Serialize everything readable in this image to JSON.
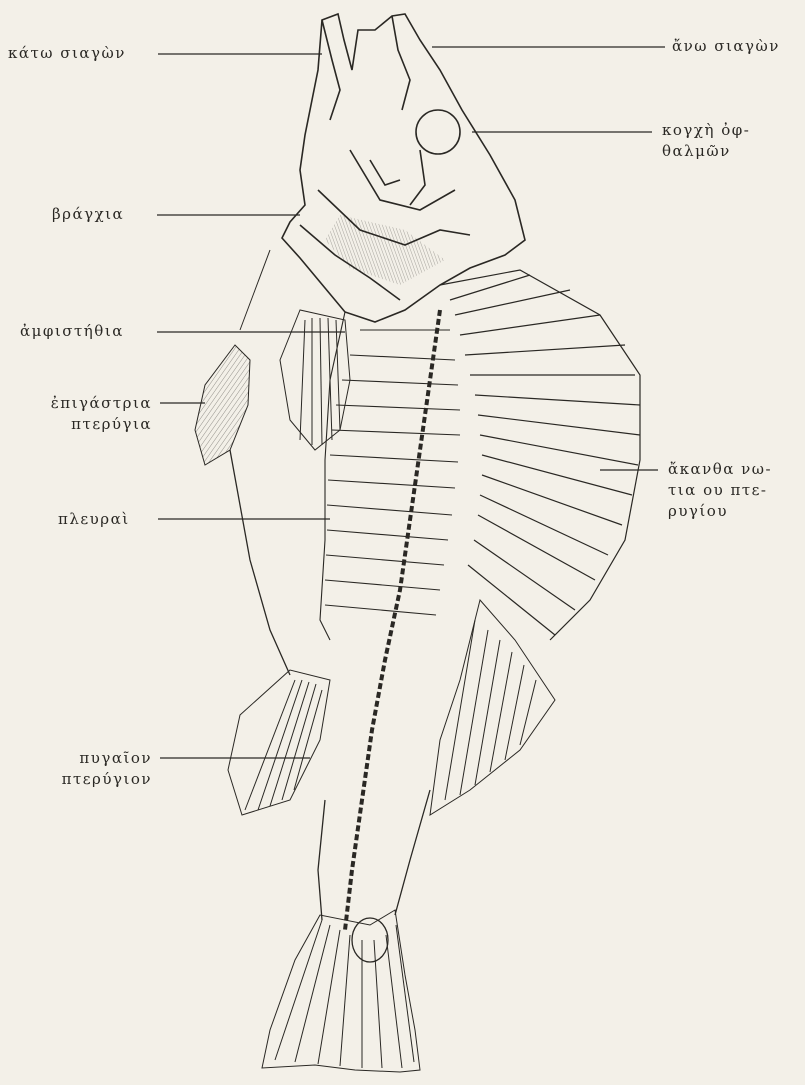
{
  "labels": {
    "kato_siagon": "κάτω σιαγὼν",
    "ano_siagon": "ἄνω σιαγὼν",
    "kogxi_l1": "κογχὴ ὀφ-",
    "kogxi_l2": "θαλμῶν",
    "braggia": "βράγχια",
    "amfistithia": "ἀμφιστήθια",
    "epigastria_l1": "ἐπιγάστρια",
    "epigastria_l2": "πτερύγια",
    "akantha_l1": "ἄκανθα νω-",
    "akantha_l2": "τια ου πτε-",
    "akantha_l3": "ρυγίου",
    "pleurai": "πλευραὶ",
    "pygaion_l1": "πυγαῖον",
    "pygaion_l2": "πτερύγιον"
  },
  "colors": {
    "ink": "#2a2824",
    "paper": "#f3f0e8"
  }
}
